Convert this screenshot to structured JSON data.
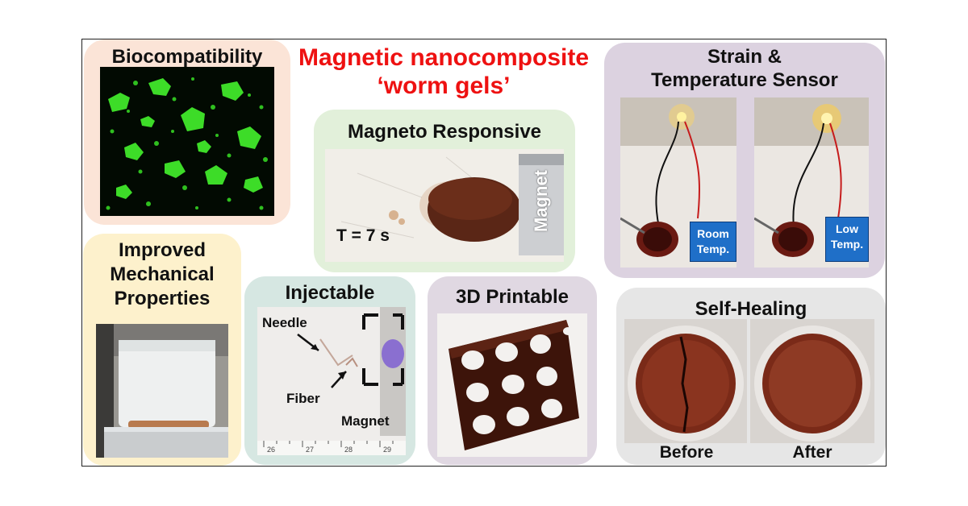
{
  "title": {
    "line1": "Magnetic nanocomposite",
    "line2": "‘worm gels’"
  },
  "panels": {
    "biocompatibility": {
      "title": "Biocompatibility"
    },
    "mechanical": {
      "line1": "Improved",
      "line2": "Mechanical",
      "line3": "Properties"
    },
    "magneto": {
      "title": "Magneto Responsive",
      "time_label": "T = 7 s",
      "magnet_label": "Magnet"
    },
    "injectable": {
      "title": "Injectable",
      "needle": "Needle",
      "fiber": "Fiber",
      "magnet": "Magnet",
      "ruler": [
        "26",
        "27",
        "28",
        "29"
      ]
    },
    "printable": {
      "title": "3D Printable"
    },
    "sensor": {
      "line1": "Strain &",
      "line2": "Temperature Sensor",
      "room1": "Room",
      "room2": "Temp.",
      "low1": "Low",
      "low2": "Temp."
    },
    "healing": {
      "title": "Self-Healing",
      "before": "Before",
      "after": "After"
    }
  },
  "colors": {
    "title_red": "#ee1111",
    "bio_bg": "#fbe4d7",
    "mech_bg": "#fdf1cc",
    "magneto_bg": "#e2f0da",
    "inject_bg": "#d6e7e2",
    "print_bg": "#e0d8e2",
    "sensor_bg": "#dcd2e0",
    "healing_bg": "#e6e6e6",
    "badge_blue": "#1f6fc8"
  }
}
